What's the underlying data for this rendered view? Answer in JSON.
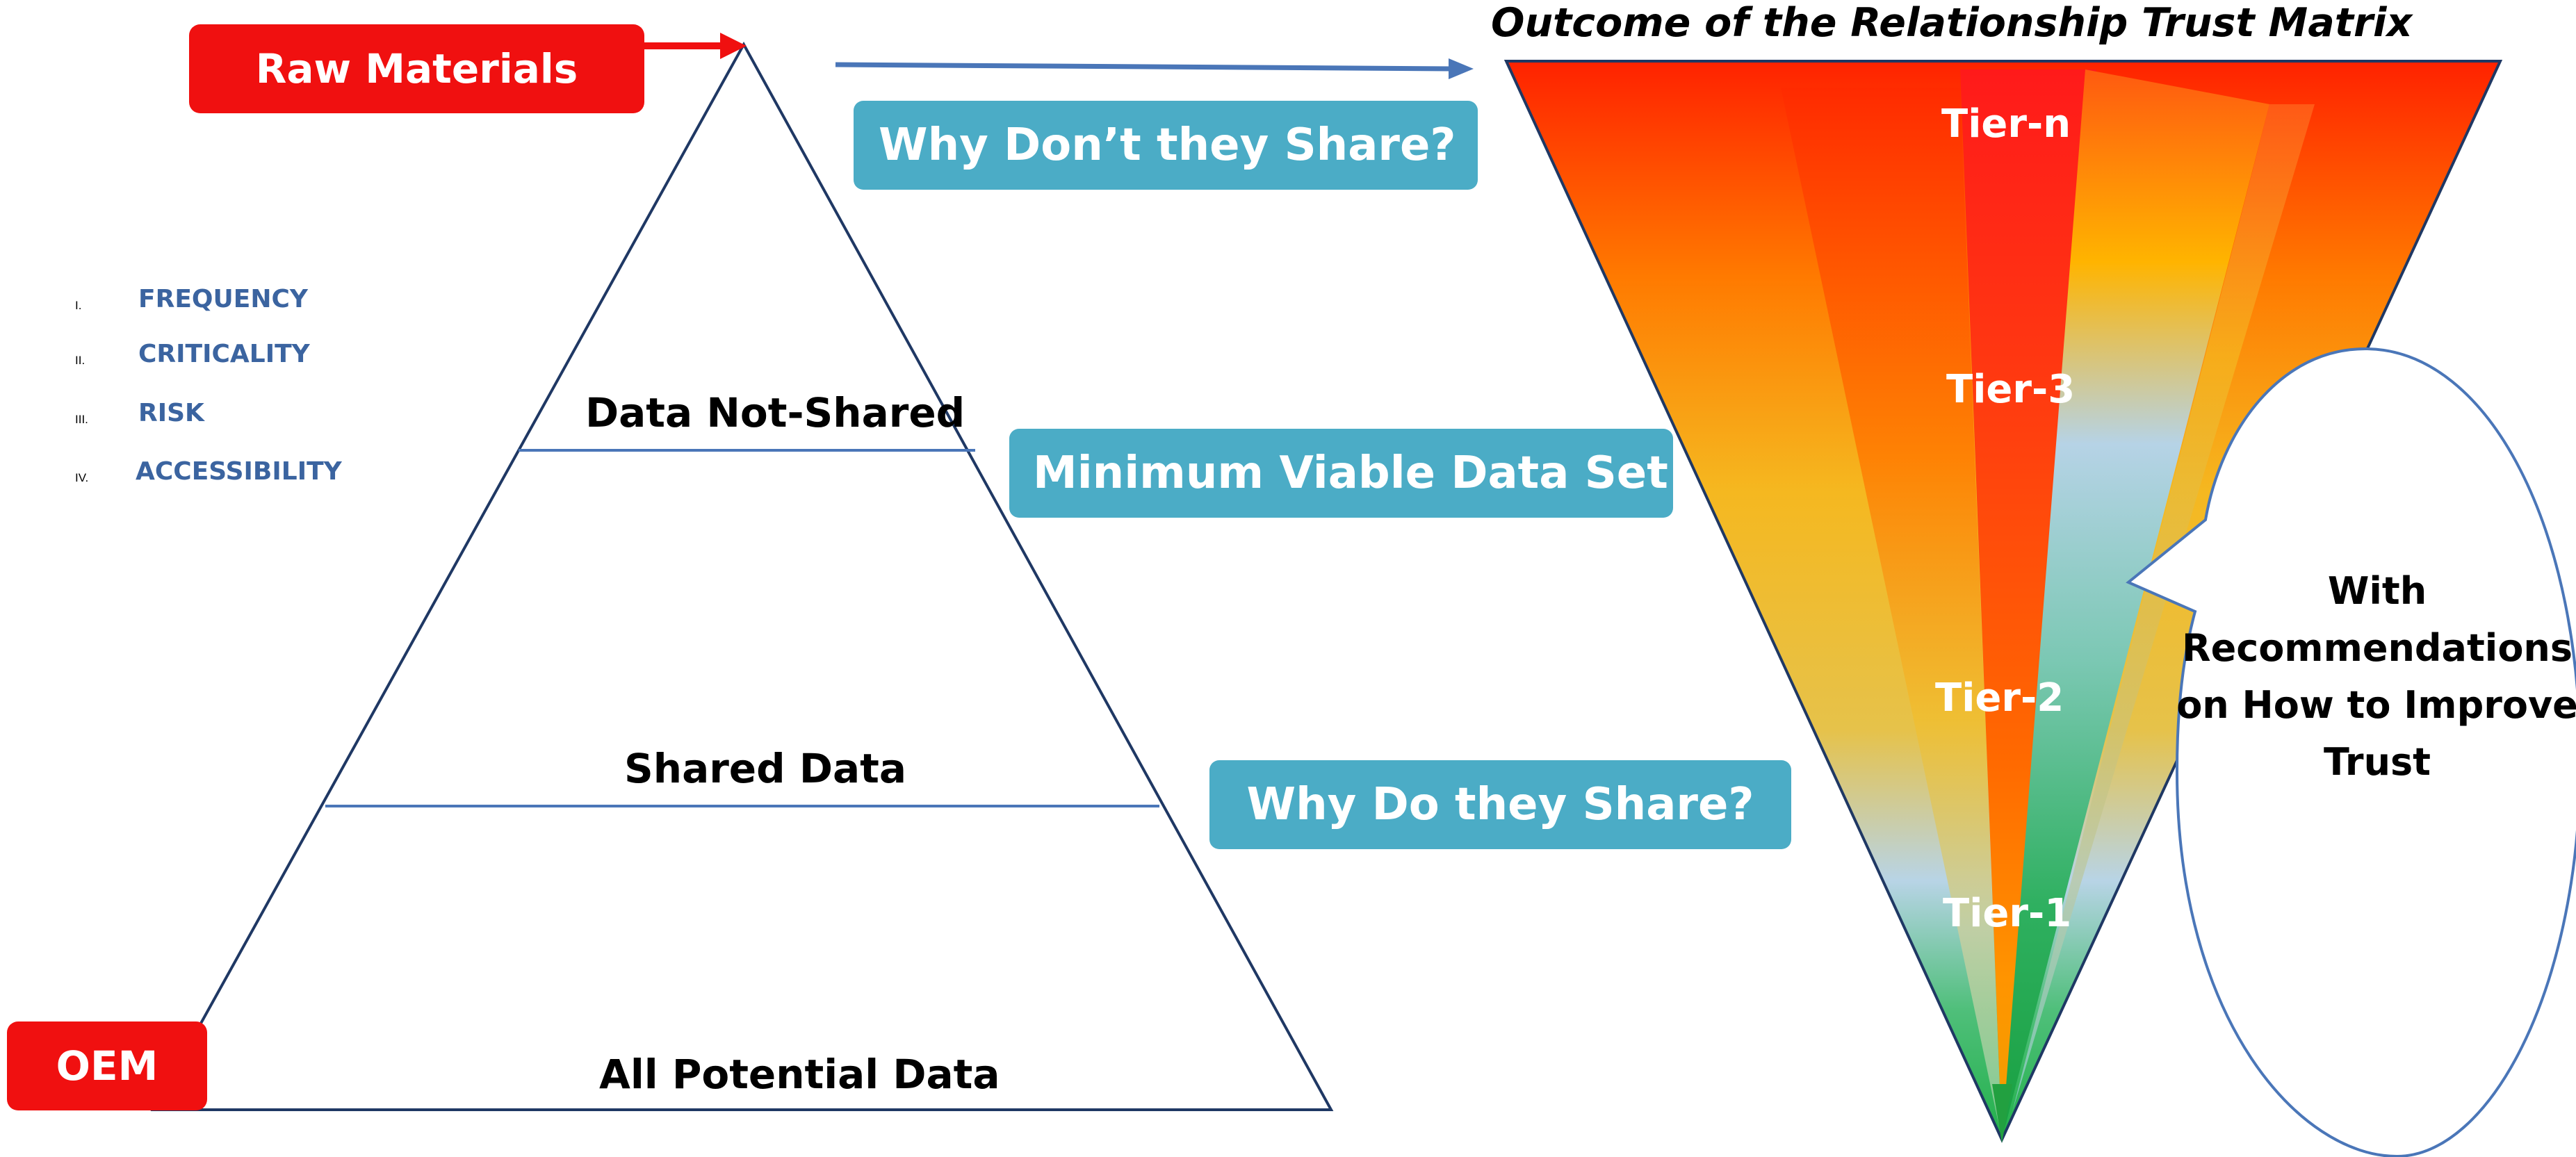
{
  "title": "Outcome of the Relationship Trust Matrix",
  "raw_materials": "Raw Materials",
  "oem": "OEM",
  "pyramid": {
    "top_label": "Data Not-Shared",
    "middle_label": "Shared Data",
    "bottom_label": "All Potential Data"
  },
  "criteria": [
    {
      "numeral": "I.",
      "label": "FREQUENCY"
    },
    {
      "numeral": "II.",
      "label": "CRITICALITY"
    },
    {
      "numeral": "III.",
      "label": "RISK"
    },
    {
      "numeral": "IV.",
      "label": "ACCESSIBILITY"
    }
  ],
  "callouts": {
    "why_dont": "Why Don’t they Share?",
    "minimum": "Minimum Viable Data Set",
    "why_do": "Why Do they Share?"
  },
  "tiers": [
    "Tier-n",
    "Tier-3",
    "Tier-2",
    "Tier-1"
  ],
  "bubble_lines": [
    "With",
    "Recommendations",
    "on How to Improve",
    "Trust"
  ],
  "colors": {
    "red": "#f01010",
    "teal": "#4bacc6",
    "line_blue": "#4a76b8",
    "pyramid_stroke": "#1f3864",
    "criteria_text": "#3b64a0"
  }
}
